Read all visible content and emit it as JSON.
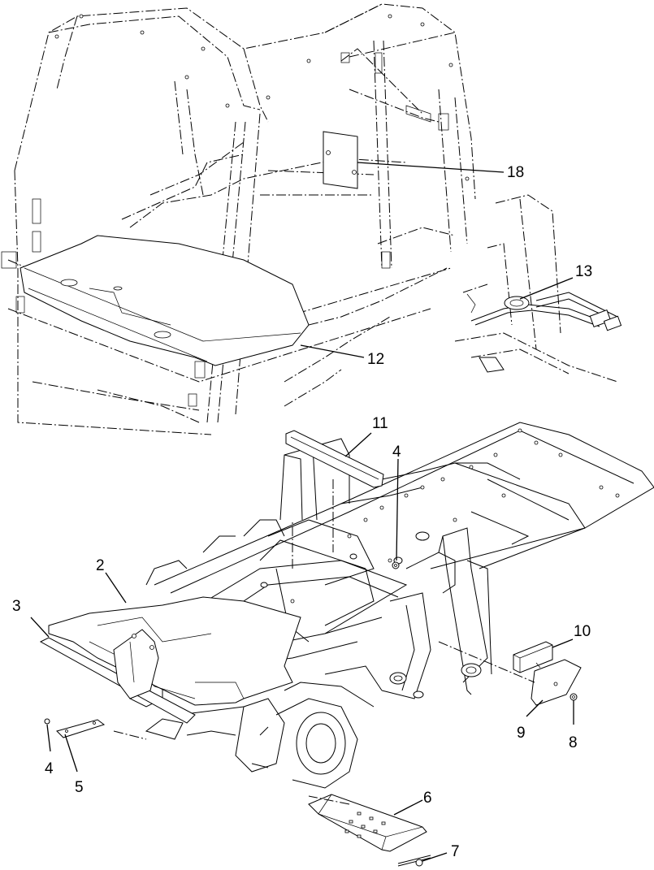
{
  "callouts": [
    {
      "id": "18",
      "label": "18"
    },
    {
      "id": "13",
      "label": "13"
    },
    {
      "id": "12",
      "label": "12"
    },
    {
      "id": "11",
      "label": "11"
    },
    {
      "id": "4a",
      "label": "4"
    },
    {
      "id": "2",
      "label": "2"
    },
    {
      "id": "3",
      "label": "3"
    },
    {
      "id": "10",
      "label": "10"
    },
    {
      "id": "9",
      "label": "9"
    },
    {
      "id": "8",
      "label": "8"
    },
    {
      "id": "4b",
      "label": "4"
    },
    {
      "id": "5",
      "label": "5"
    },
    {
      "id": "6",
      "label": "6"
    },
    {
      "id": "7",
      "label": "7"
    }
  ]
}
